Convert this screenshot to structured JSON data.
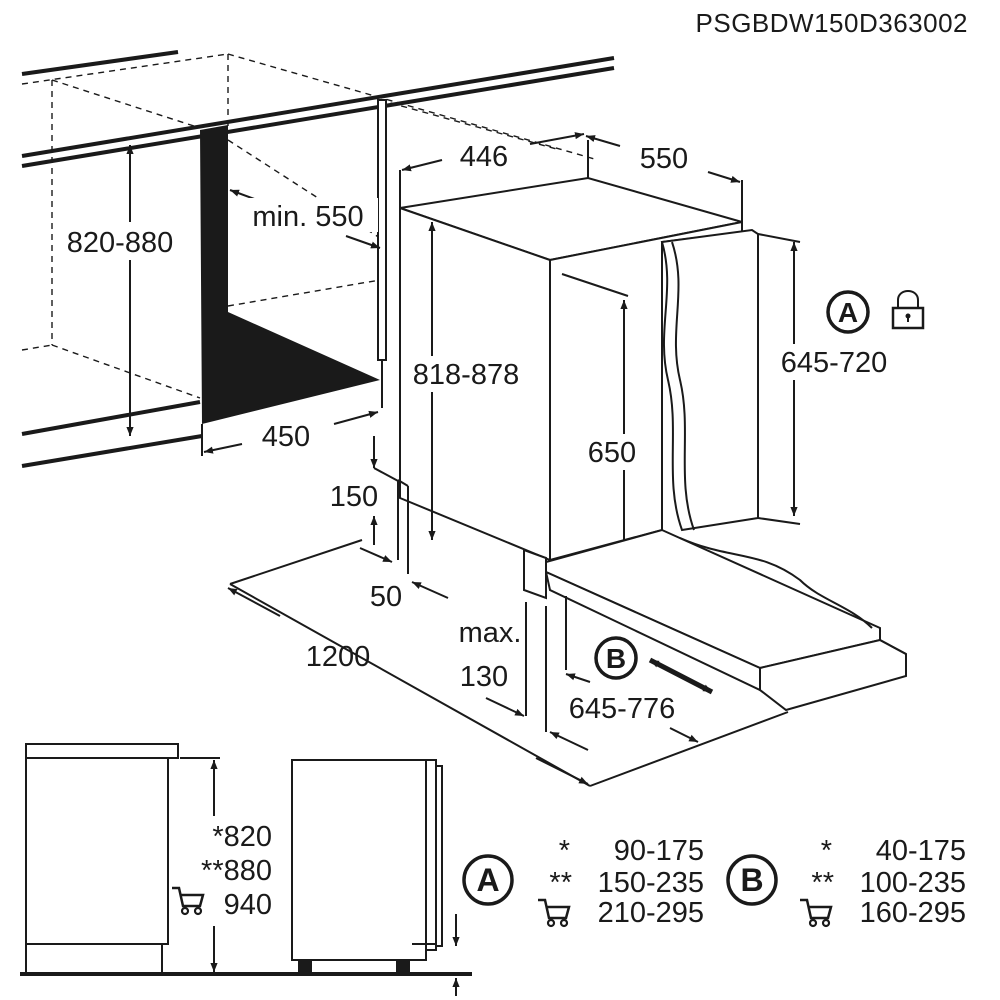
{
  "model_code": "PSGBDW150D363002",
  "dimensions": {
    "cabinet_height": "820-880",
    "min_depth": "min. 550",
    "niche_width": "450",
    "appliance_width": "446",
    "appliance_depth": "550",
    "appliance_height": "818-878",
    "door_panel_height": "645-720",
    "door_height": "650",
    "plinth_height": "150",
    "plinth_offset": "50",
    "door_open_clearance": "1200",
    "plinth_max_label": "max.",
    "plinth_max_value": "130",
    "door_panel_range": "645-776"
  },
  "legend": {
    "a_label": "A",
    "b_label": "B",
    "lock_icon": "padlock-icon",
    "cart_icon": "shopping-cart-icon",
    "side_heights": [
      "*820",
      "**880",
      "940"
    ],
    "a_rows": [
      {
        "mark": "*",
        "value": "90-175"
      },
      {
        "mark": "**",
        "value": "150-235"
      },
      {
        "mark": "",
        "value": "210-295"
      }
    ],
    "b_rows": [
      {
        "mark": "*",
        "value": "40-175"
      },
      {
        "mark": "**",
        "value": "100-235"
      },
      {
        "mark": "",
        "value": "160-295"
      }
    ]
  }
}
